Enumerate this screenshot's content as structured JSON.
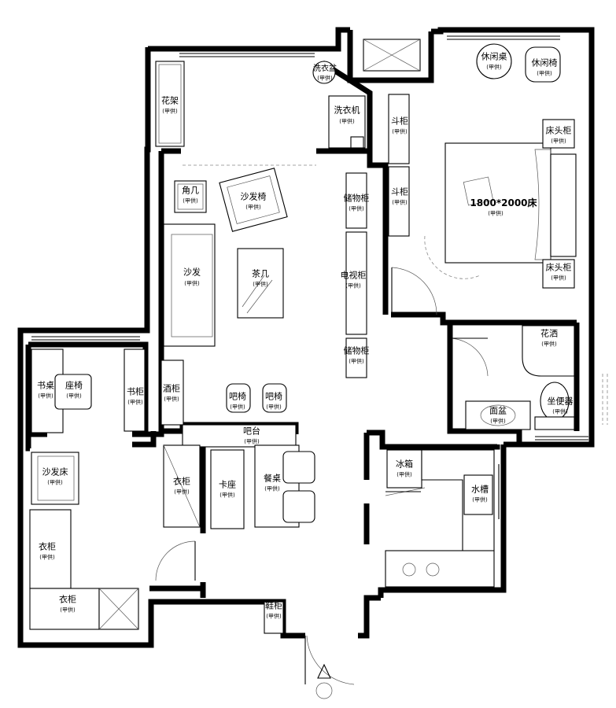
{
  "supplier_tag": "(甲供)",
  "rooms": {
    "flower_rack": "花架",
    "washing_basin": "洗衣盆",
    "washing_machine": "洗衣机",
    "corner_table": "角几",
    "sofa_chair": "沙发椅",
    "sofa": "沙发",
    "coffee_table": "茶几",
    "storage_cabinet_top": "储物柜",
    "storage_cabinet_bottom": "储物柜",
    "tv_cabinet": "电视柜",
    "leisure_table": "休闲桌",
    "leisure_chair": "休闲椅",
    "bedside_top": "床头柜",
    "bedside_bottom": "床头柜",
    "chest_cabinet_1": "斗柜",
    "chest_cabinet_2": "斗柜",
    "bed": "1800*2000床",
    "shower": "花洒",
    "wash_basin": "面盆",
    "toilet": "坐便器",
    "desk": "书桌",
    "seat_chair": "座椅",
    "bookcase": "书柜",
    "sofa_bed": "沙发床",
    "wardrobe_left": "衣柜",
    "wardrobe_bottom": "衣柜",
    "wardrobe_middle": "衣柜",
    "wine_cabinet": "酒柜",
    "bar_stool_1": "吧椅",
    "bar_stool_2": "吧椅",
    "bar_counter": "吧台",
    "booth_seat": "卡座",
    "dining_table": "餐桌",
    "fridge": "冰箱",
    "sink": "水槽",
    "shoe_cabinet": "鞋柜"
  }
}
